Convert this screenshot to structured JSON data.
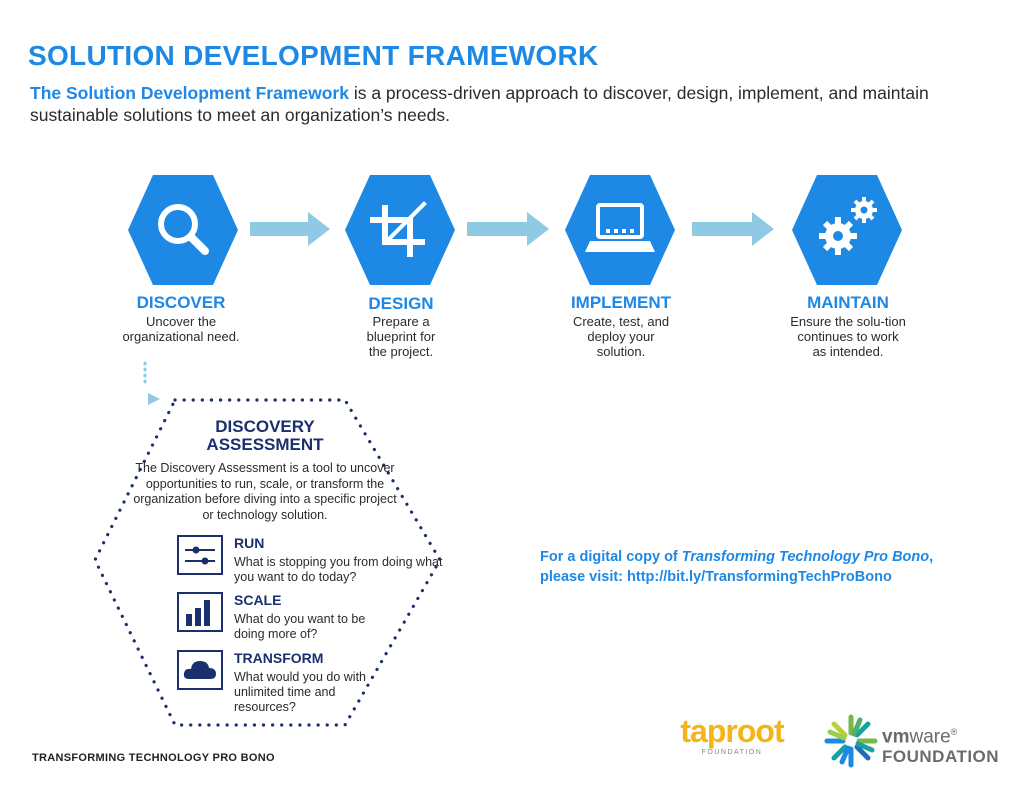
{
  "header": {
    "title": "SOLUTION DEVELOPMENT FRAMEWORK",
    "intro_highlight": "The Solution Development Framework",
    "intro_rest": " is a process-driven approach to discover, design, implement, and maintain sustainable solutions to meet an organization’s needs."
  },
  "stages": [
    {
      "name": "DISCOVER",
      "description": "Uncover the organizational need.",
      "icon": "magnifier-icon"
    },
    {
      "name": "DESIGN",
      "description": "Prepare a blueprint for the project.",
      "icon": "crop-icon"
    },
    {
      "name": "IMPLEMENT",
      "description": "Create, test, and deploy your solution.",
      "icon": "laptop-icon"
    },
    {
      "name": "MAINTAIN",
      "description": "Ensure the solu-tion continues to work as intended.",
      "icon": "gears-icon"
    }
  ],
  "discovery": {
    "title": "DISCOVERY ASSESSMENT",
    "description": "The Discovery Assessment is a tool to uncover opportunities to run, scale, or transform the organization before diving into a specific project or technology solution.",
    "items": [
      {
        "name": "RUN",
        "description": "What is stopping you from doing what you want to do today?",
        "icon": "sliders-icon"
      },
      {
        "name": "SCALE",
        "description": "What do you want to be doing more of?",
        "icon": "bar-chart-icon"
      },
      {
        "name": "TRANSFORM",
        "description": "What would you do with unlimited time and resources?",
        "icon": "cloud-icon"
      }
    ]
  },
  "digital_copy": {
    "prefix": "For a digital copy of ",
    "book": "Transforming Technology Pro Bono",
    "suffix": ",",
    "line2": "please visit: http://bit.ly/TransformingTechProBono"
  },
  "footer": {
    "text": "TRANSFORMING TECHNOLOGY PRO BONO"
  },
  "logos": {
    "taproot": {
      "name": "taproot",
      "sub": "FOUNDATION"
    },
    "vmware": {
      "name_bold": "vm",
      "name_rest": "ware",
      "reg": "®",
      "sub": "FOUNDATION"
    }
  },
  "colors": {
    "accent": "#1e88e5",
    "navy": "#1a2f6e",
    "arrow": "#8fc9e4",
    "taproot": "#f4b41a"
  }
}
